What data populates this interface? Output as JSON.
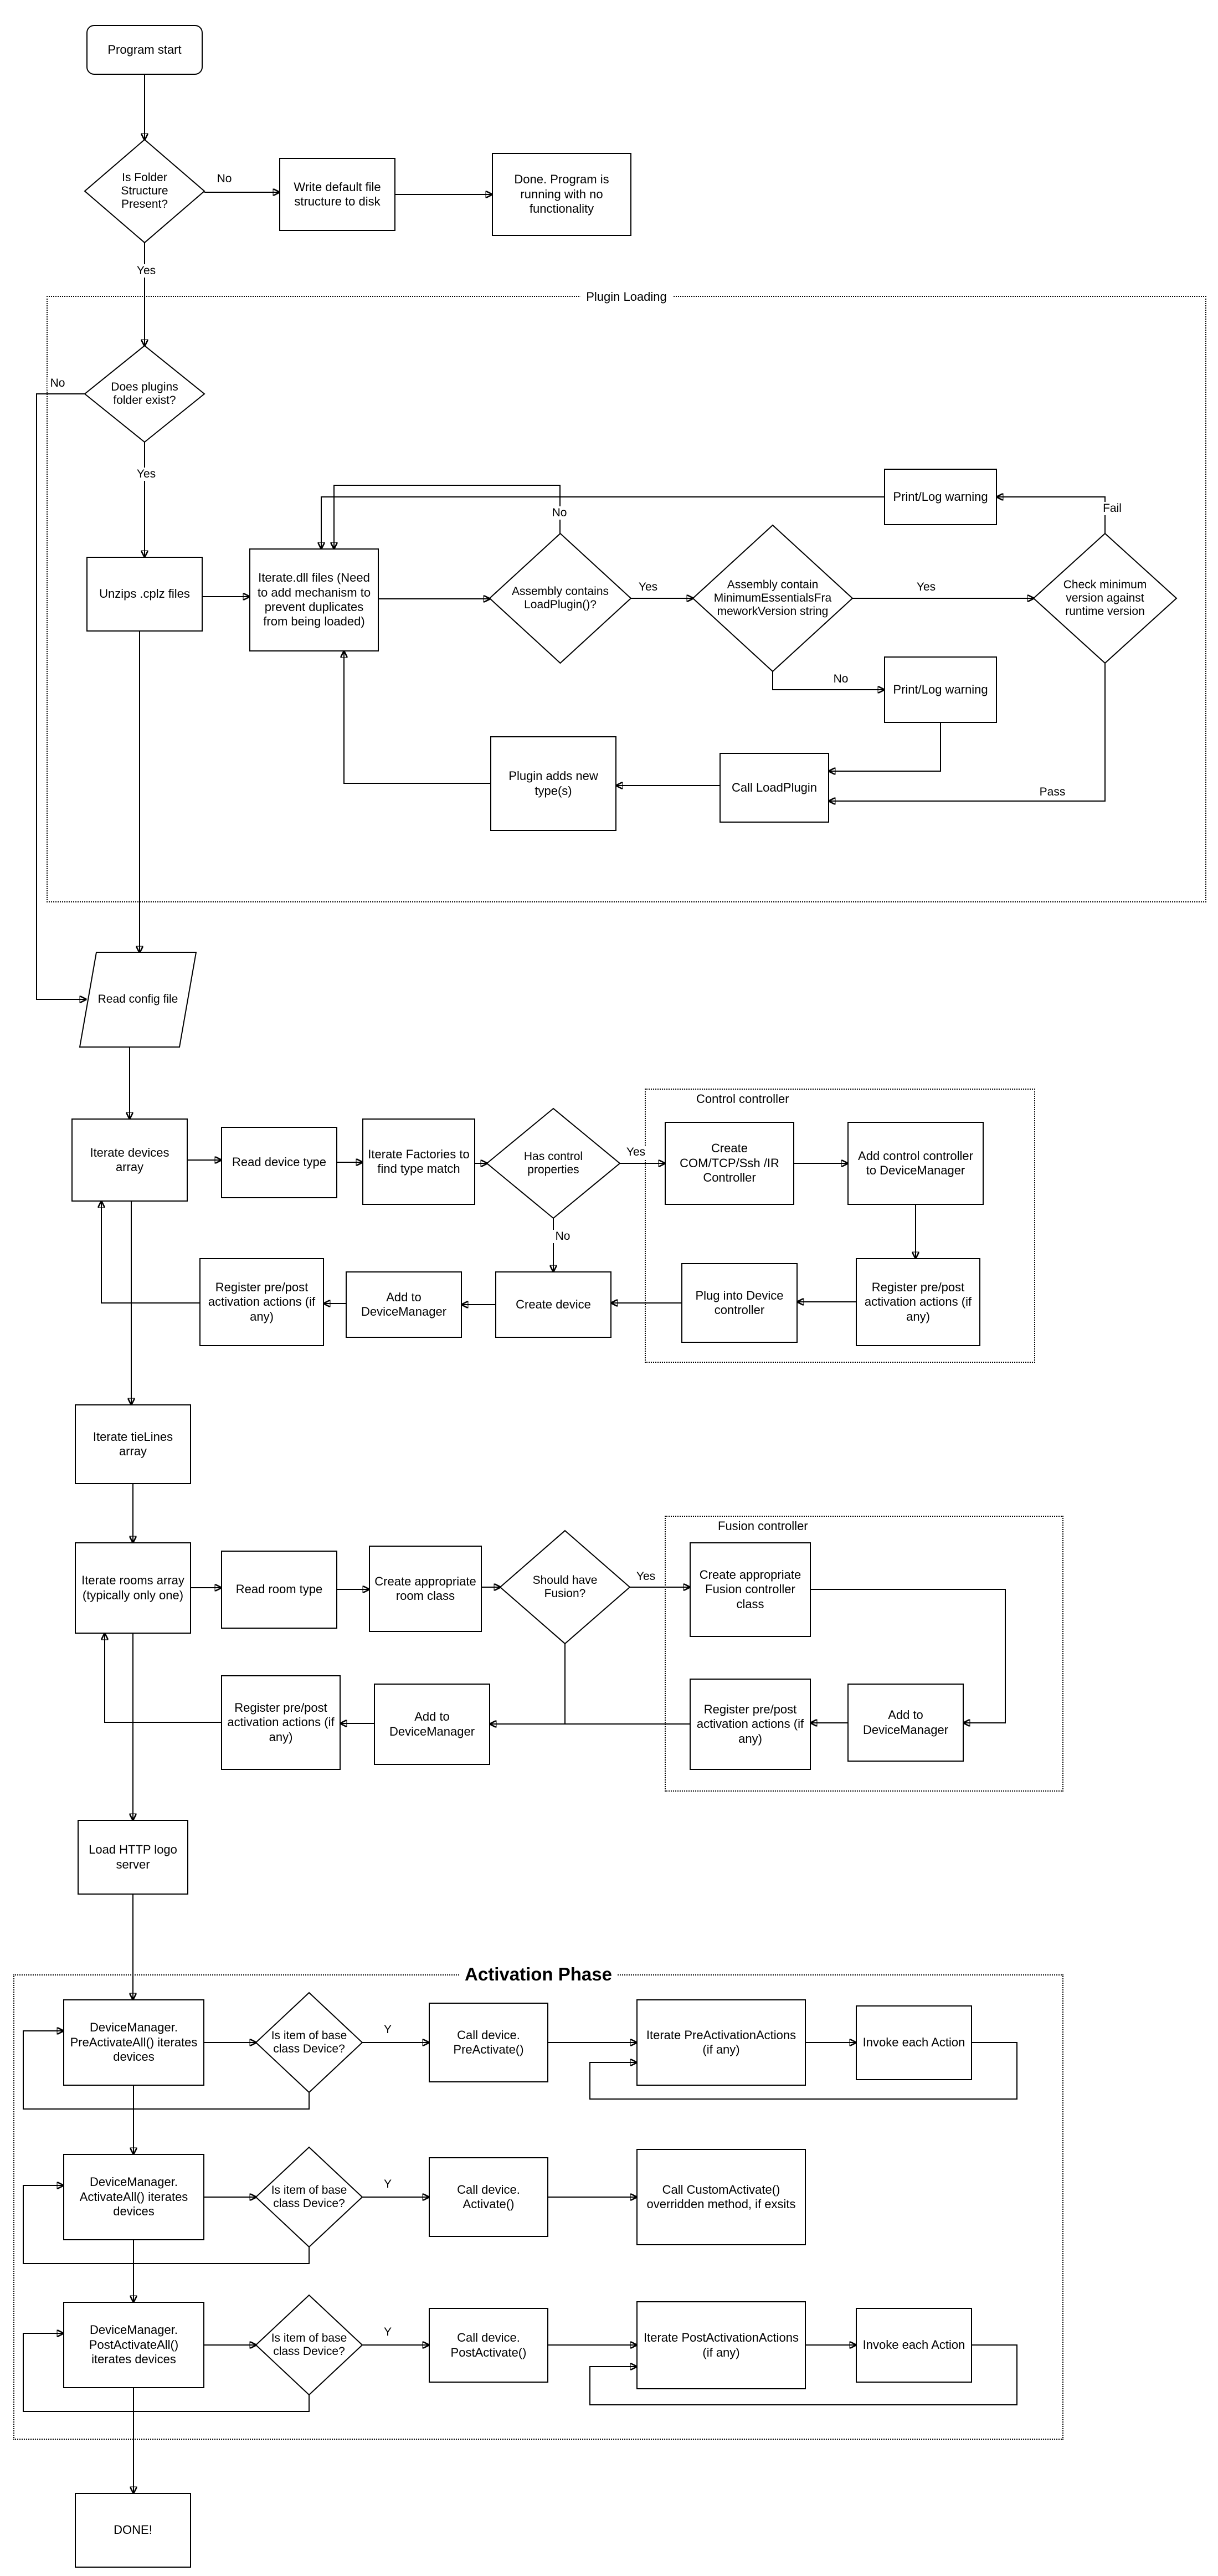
{
  "diagram": {
    "colors": {
      "stroke": "#000000",
      "background": "#ffffff"
    },
    "containers": {
      "plugin_loading": "Plugin Loading",
      "control_controller": "Control controller",
      "fusion_controller": "Fusion controller",
      "activation_phase": "Activation Phase"
    },
    "nodes": {
      "program_start": "Program start",
      "folder_check": "Is Folder Structure Present?",
      "write_default": "Write default file structure to disk",
      "done_no_functionality": "Done.  Program is running with no functionality",
      "plugins_folder_check": "Does plugins folder exist?",
      "unzips_cplz": "Unzips .cplz files",
      "iterate_dll": "Iterate.dll files (Need to add mechanism to prevent duplicates from being loaded)",
      "assembly_loadplugin": "Assembly contains LoadPlugin()?",
      "assembly_minver": "Assembly contain MinimumEssentialsFrameworkVersion string",
      "check_min_version": "Check minimum version against runtime version",
      "print_warning_top": "Print/Log warning",
      "print_warning_bottom": "Print/Log warning",
      "call_loadplugin": "Call LoadPlugin",
      "plugin_adds_types": "Plugin adds new type(s)",
      "read_config": "Read config file",
      "iterate_devices": "Iterate devices array",
      "read_device_type": "Read device type",
      "iterate_factories": "Iterate Factories to find type match",
      "has_control_props": "Has control properties",
      "create_com_controller": "Create COM/TCP/Ssh /IR Controller",
      "add_control_controller": "Add control controller to DeviceManager",
      "register_prepost_control": "Register pre/post activation actions (if any)",
      "plug_into_device": "Plug into Device controller",
      "create_device": "Create device",
      "add_to_devicemanager_1": "Add to DeviceManager",
      "register_prepost_1": "Register pre/post activation actions (if any)",
      "iterate_tielines": "Iterate tieLines array",
      "iterate_rooms": "Iterate rooms array (typically only one)",
      "read_room_type": "Read room type",
      "create_room_class": "Create appropriate room class",
      "should_have_fusion": "Should have Fusion?",
      "create_fusion_class": "Create appropriate Fusion controller class",
      "register_prepost_fusion": "Register pre/post activation actions (if any)",
      "add_to_devicemanager_fusion": "Add to DeviceManager",
      "add_to_devicemanager_2": "Add to DeviceManager",
      "register_prepost_2": "Register pre/post activation actions (if any)",
      "load_http": "Load HTTP logo server",
      "preactivate_all": "DeviceManager. PreActivateAll() iterates devices",
      "is_base_device_1": "Is item of base class Device?",
      "call_preactivate": "Call device. PreActivate()",
      "iterate_preactions": "Iterate PreActivationActions (if any)",
      "invoke_action_1": "Invoke each Action",
      "activate_all": "DeviceManager. ActivateAll() iterates devices",
      "is_base_device_2": "Is item of base class Device?",
      "call_activate": "Call device. Activate()",
      "call_custom_activate": "Call CustomActivate() overridden method, if exsits",
      "postactivate_all": "DeviceManager. PostActivateAll() iterates devices",
      "is_base_device_3": "Is item of base class Device?",
      "call_postactivate": "Call device. PostActivate()",
      "iterate_postactions": "Iterate PostActivationActions (if any)",
      "invoke_action_2": "Invoke each Action",
      "done": "DONE!"
    },
    "labels": {
      "no_folder": "No",
      "yes_folder": "Yes",
      "no_plugins": "No",
      "yes_plugins": "Yes",
      "no_loadplugin": "No",
      "yes_loadplugin": "Yes",
      "yes_minver": "Yes",
      "no_minver": "No",
      "fail": "Fail",
      "pass": "Pass",
      "yes_control": "Yes",
      "no_control": "No",
      "yes_fusion": "Yes",
      "y1": "Y",
      "y2": "Y",
      "y3": "Y"
    }
  }
}
